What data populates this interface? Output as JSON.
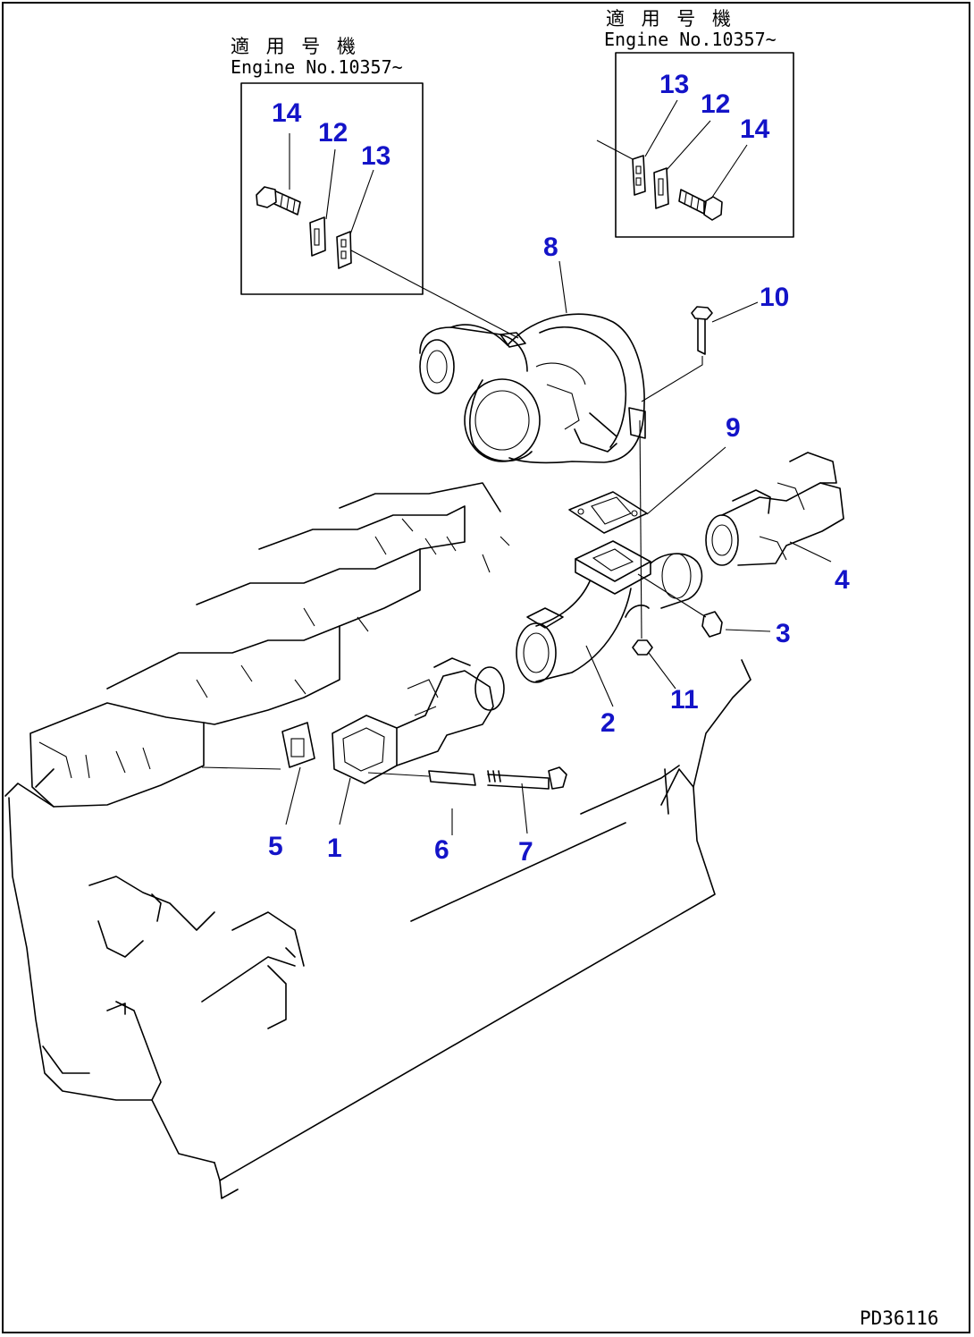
{
  "inset_left": {
    "heading_jp": "適 用 号 機",
    "heading_en": "Engine No.10357~",
    "callouts": [
      "14",
      "12",
      "13"
    ]
  },
  "inset_right": {
    "heading_jp": "適 用 号 機",
    "heading_en": "Engine No.10357~",
    "callouts": [
      "13",
      "12",
      "14"
    ]
  },
  "callouts": {
    "c1": "1",
    "c2": "2",
    "c3": "3",
    "c4": "4",
    "c5": "5",
    "c6": "6",
    "c7": "7",
    "c8": "8",
    "c9": "9",
    "c10": "10",
    "c11": "11"
  },
  "drawing_code": "PD36116",
  "colors": {
    "callout": "#1414c8",
    "line": "#000000",
    "background": "#ffffff"
  }
}
